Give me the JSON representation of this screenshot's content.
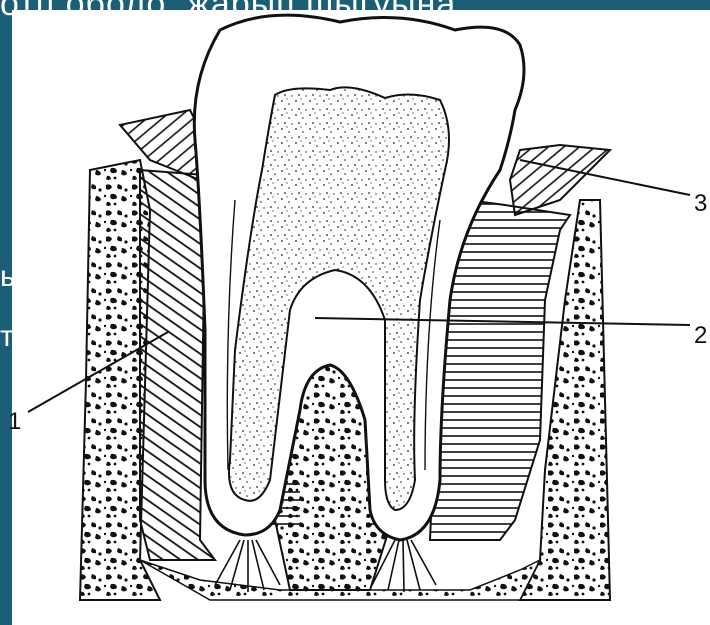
{
  "slide": {
    "header_fragment": "отп оболо. жарып шыгуына",
    "side_fragment_1": "ы",
    "side_fragment_2": "т"
  },
  "diagram": {
    "labels": [
      "1",
      "2",
      "3"
    ]
  },
  "colors": {
    "slide_background": "#1b5e75",
    "ink": "#111111",
    "paper": "#ffffff"
  }
}
